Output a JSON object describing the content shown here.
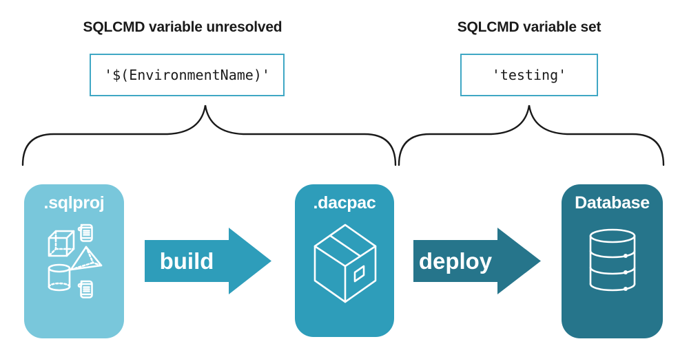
{
  "palette": {
    "light_teal": "#79C7DB",
    "teal": "#2E9DBA",
    "dark_teal": "#26758B",
    "code_box_border": "#3FA7C4",
    "ink": "#1A1A1A",
    "label_text": "#FFFFFF"
  },
  "annotations": {
    "left": {
      "title": "SQLCMD variable unresolved",
      "code": "'$(EnvironmentName)'"
    },
    "right": {
      "title": "SQLCMD variable set",
      "code": "'testing'"
    }
  },
  "pipeline": {
    "source": {
      "label": ".sqlproj"
    },
    "artifact": {
      "label": ".dacpac"
    },
    "target": {
      "label": "Database"
    },
    "build_arrow": {
      "label": "build"
    },
    "deploy_arrow": {
      "label": "deploy"
    }
  }
}
